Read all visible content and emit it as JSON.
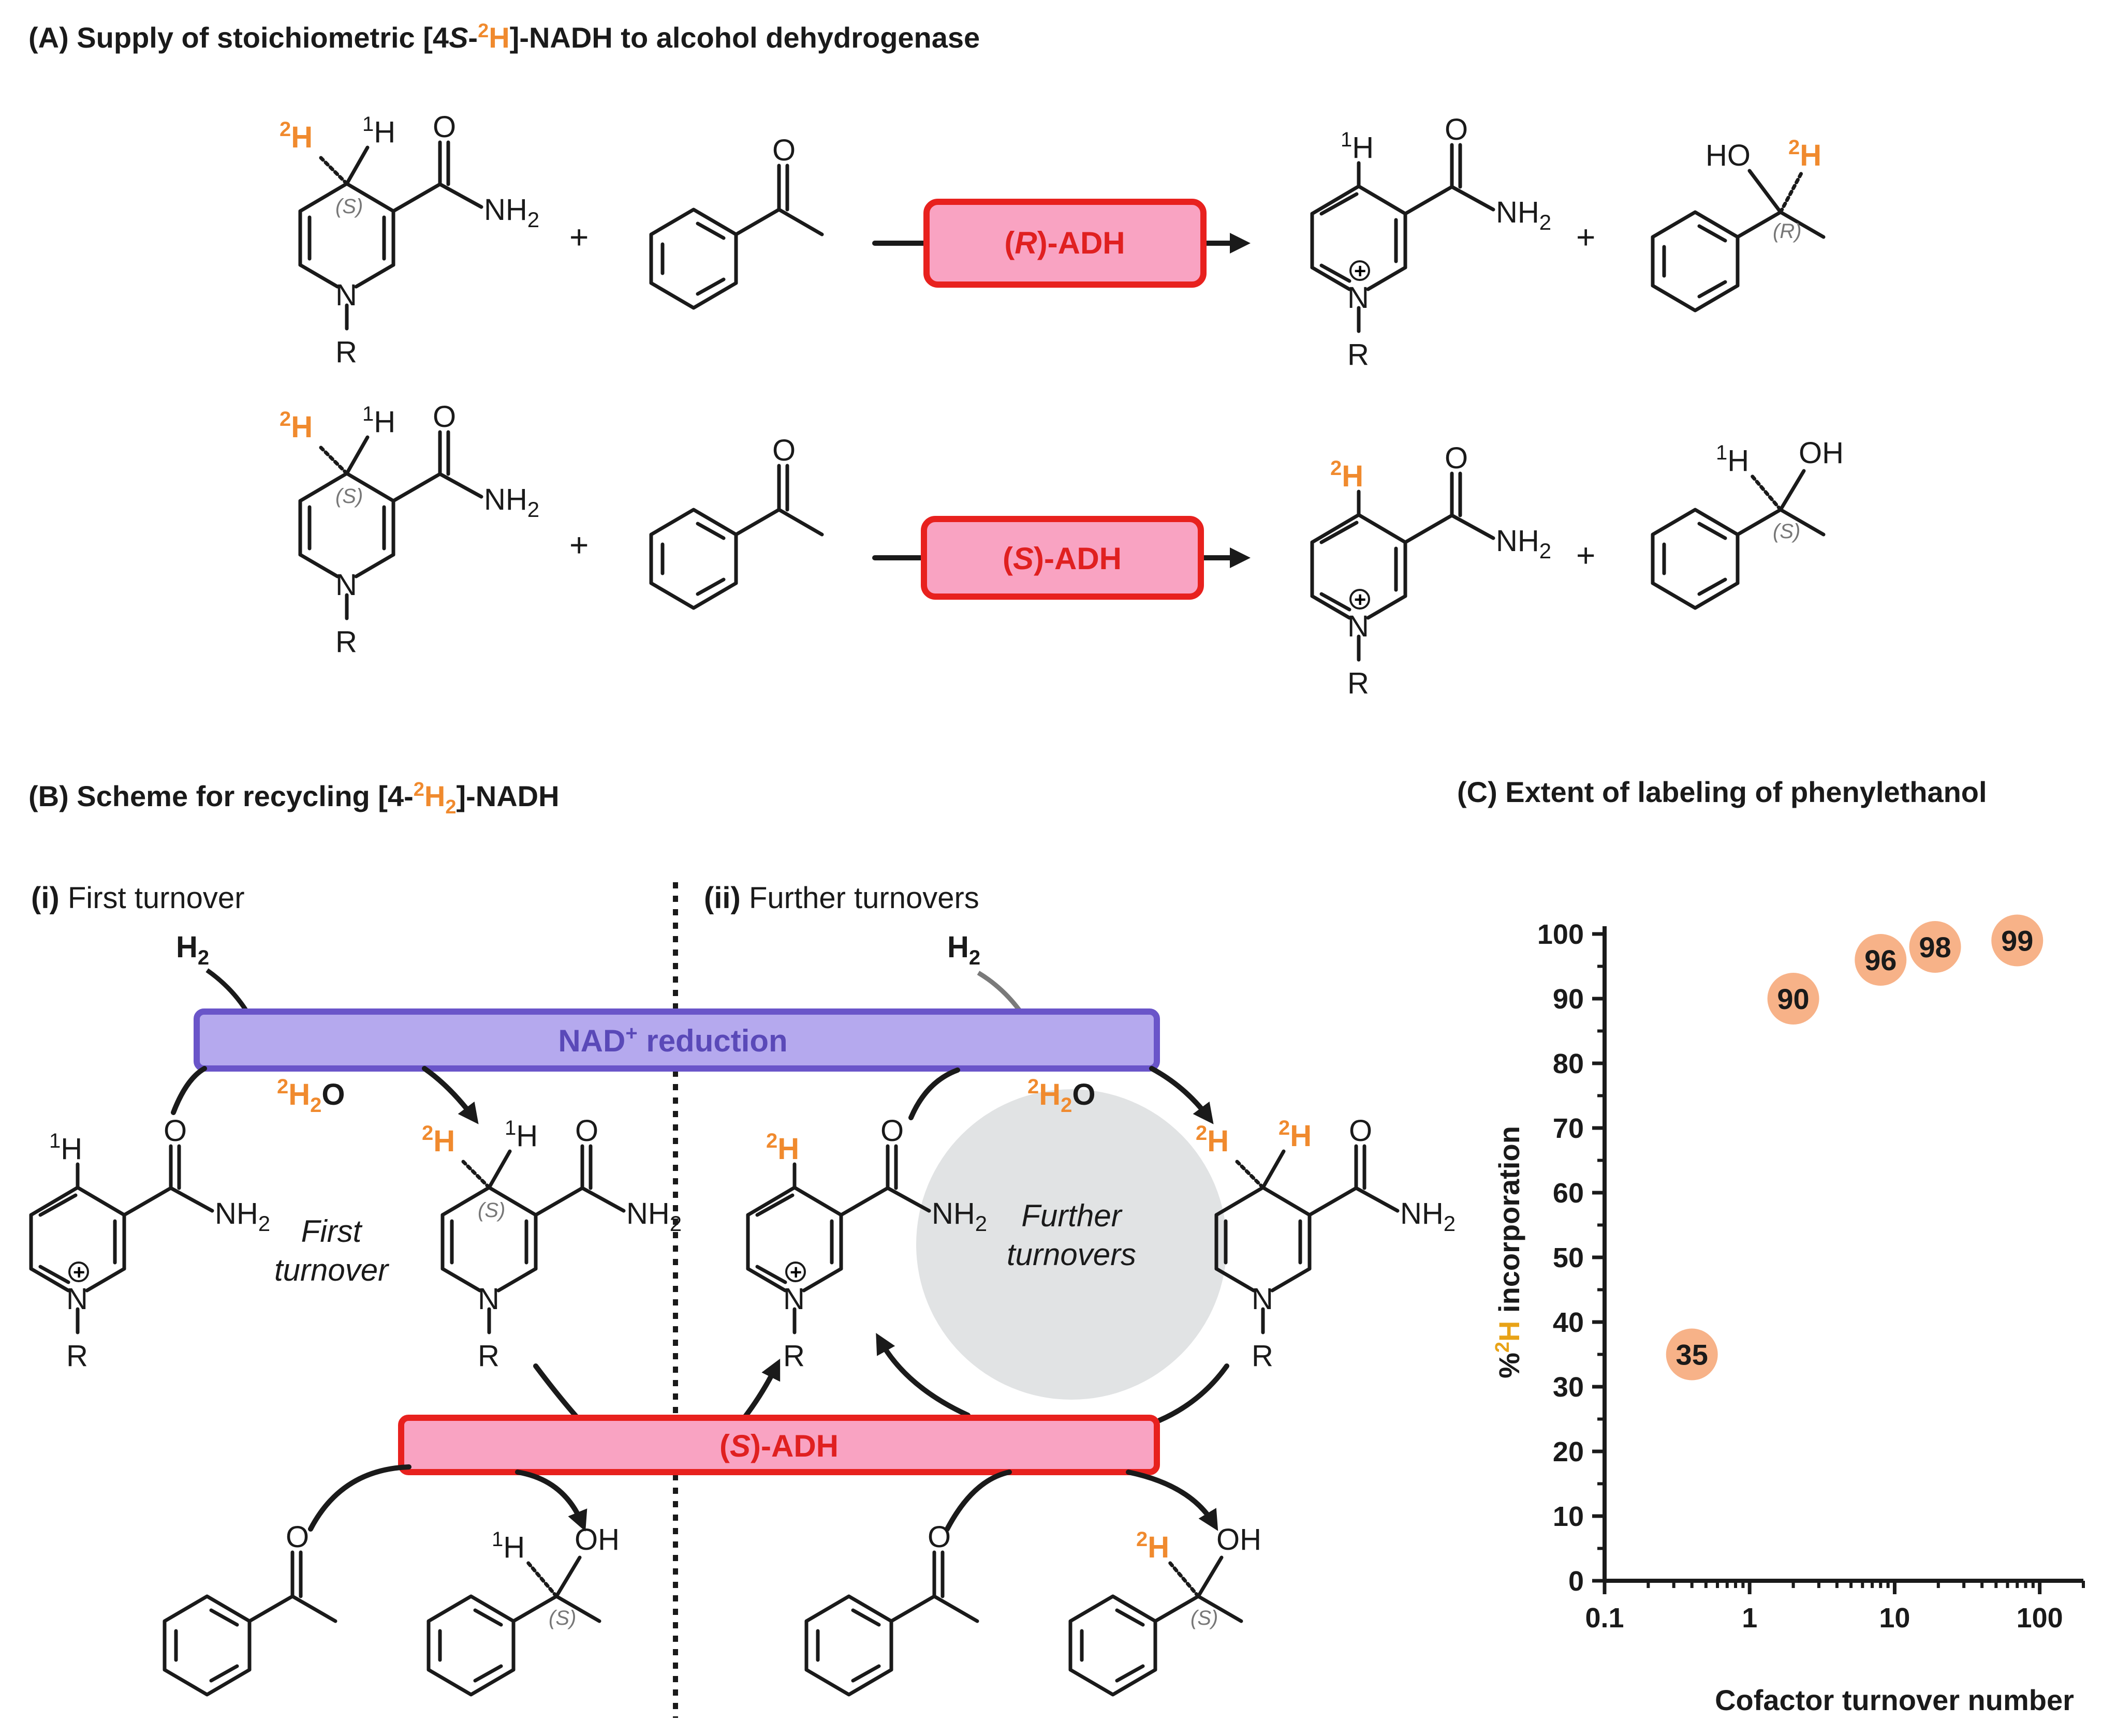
{
  "panel_a": {
    "title_pre": "(A) Supply of stoichiometric [4",
    "title_S": "S",
    "title_dash": "-",
    "title_2": "2",
    "title_H": "H",
    "title_post": "]-NADH to alcohol dehydrogenase",
    "enzyme_r_open": "(",
    "enzyme_r_letter": "R",
    "enzyme_r_close": ")-ADH",
    "enzyme_s_open": "(",
    "enzyme_s_letter": "S",
    "enzyme_s_close": ")-ADH"
  },
  "panel_b": {
    "title_pre": "(B) Scheme for recycling [4-",
    "title_H2": "H",
    "title_sub2": "2",
    "title_post": "]-NADH",
    "first_turnover_tag": "(i)",
    "first_turnover_label": "First turnover",
    "further_turnovers_tag": "(ii)",
    "further_turnovers_label": "Further turnovers",
    "nad_reduction_pre": "NAD",
    "nad_reduction_sup": "+",
    "nad_reduction_post": " reduction",
    "adh_open": "(",
    "adh_letter": "S",
    "adh_close": ")-ADH",
    "h2": "H",
    "h2_sub": "2",
    "water_H": "H",
    "water_sub": "2",
    "water_O": "O",
    "first_turnover_italic_1": "First",
    "first_turnover_italic_2": "turnover",
    "further_italic_1": "Further",
    "further_italic_2": "turnovers"
  },
  "panel_c": {
    "title": "(C) Extent of labeling of phenylethanol",
    "xlabel": "Cofactor turnover number",
    "ylabel_pre": "%",
    "ylabel_2": "2",
    "ylabel_H": "H",
    "ylabel_post": " incorporation"
  },
  "chem": {
    "h1": "H",
    "sup1": "1",
    "sup2": "2",
    "o": "O",
    "n": "N",
    "r": "R",
    "nh2_NH": "NH",
    "nh2_sub": "2",
    "ho": "HO",
    "oh": "OH",
    "plus": "+",
    "charge": "+",
    "stereo_s": "(S)",
    "stereo_r": "(R)"
  },
  "colors": {
    "deuterium": "#f08a2e",
    "adh_box_fill": "#f9a3c2",
    "adh_box_stroke": "#e8211e",
    "nad_box_fill": "#b5a9ee",
    "nad_box_stroke": "#6a55c9",
    "point_fill": "#f7b288",
    "further_bg": "#e1e3e4"
  },
  "chart_data": {
    "type": "scatter",
    "title": "(C) Extent of labeling of phenylethanol",
    "xlabel": "Cofactor turnover number",
    "ylabel": "%2H incorporation",
    "xscale": "log",
    "xlim": [
      0.1,
      200
    ],
    "ylim": [
      0,
      100
    ],
    "xticks": [
      "0.1",
      "1",
      "10",
      "100"
    ],
    "yticks": [
      "0",
      "10",
      "20",
      "30",
      "40",
      "50",
      "60",
      "70",
      "80",
      "90",
      "100"
    ],
    "points": [
      {
        "x": 0.4,
        "y": 35,
        "label": "35"
      },
      {
        "x": 2,
        "y": 90,
        "label": "90"
      },
      {
        "x": 8,
        "y": 96,
        "label": "96"
      },
      {
        "x": 19,
        "y": 98,
        "label": "98"
      },
      {
        "x": 70,
        "y": 99,
        "label": "99"
      }
    ]
  }
}
